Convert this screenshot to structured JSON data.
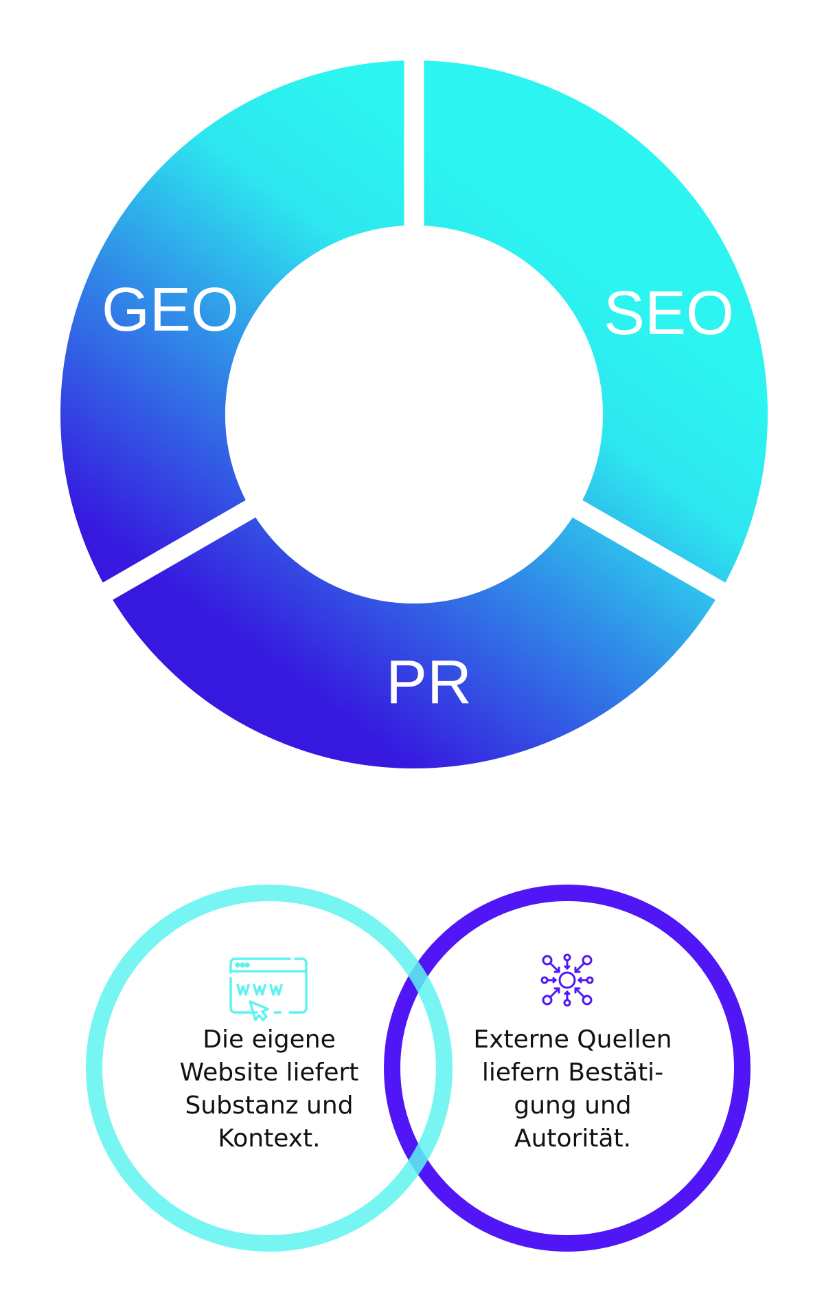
{
  "donut": {
    "segments": [
      {
        "label": "GEO"
      },
      {
        "label": "SEO"
      },
      {
        "label": "PR"
      }
    ],
    "gradient": {
      "from": "#2cf4f0",
      "to": "#3618df"
    }
  },
  "venn": {
    "left": {
      "icon": "website-www-cursor-icon",
      "color": "#5ef3f0",
      "lines": [
        "Die eigene",
        "Website liefert",
        "Substanz und",
        "Kontext."
      ]
    },
    "right": {
      "icon": "network-connections-icon",
      "color": "#5016f6",
      "lines": [
        "Externe Quellen",
        "liefern Bestäti-",
        "gung und",
        "Autorität."
      ]
    }
  }
}
